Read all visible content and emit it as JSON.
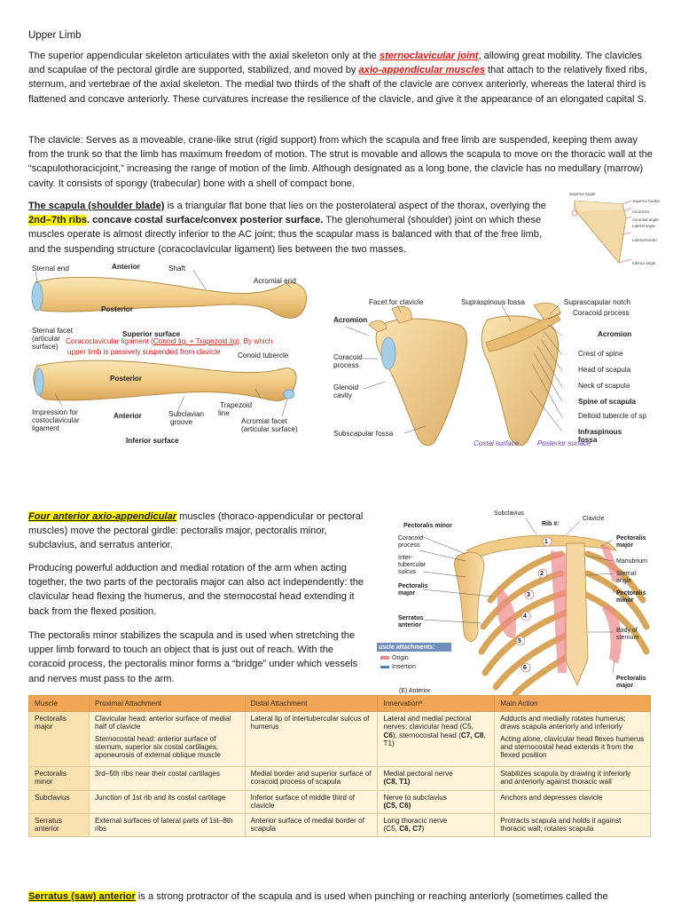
{
  "title": "Upper Limb",
  "para1": {
    "t1": "The superior appendicular skeleton articulates with the axial skeleton only at the ",
    "link1": "sternoclavicular joint",
    "t2": ", allowing great mobility. The clavicles and scapulae of the pectoral girdle are supported, stabilized, and moved by ",
    "link2": "axio-appendicular muscles",
    "t3": " that attach to the relatively fixed ribs, sternum, and vertebrae of the axial skeleton. The medial two thirds of the shaft of the clavicle are convex anteriorly, whereas the lateral third is flattened and concave anteriorly. These curvatures increase the resilience of the clavicle, and give it the appearance of an elongated capital S."
  },
  "para2": "The clavicle:   Serves as a moveable, crane-like strut (rigid support) from which the scapula and free limb are suspended, keeping them away from the trunk so that the limb has maximum freedom of motion. The strut is movable and allows the scapula to move on the thoracic wall at the “scapulothoracicjoint,” increasing the range of motion of the limb. Although designated as a long bone, the clavicle has no medullary (marrow) cavity. It consists of spongy (trabecular) bone with a shell of compact bone.",
  "para3": {
    "u1": "The scapula (shoulder blade)",
    "t1": " is a triangular flat bone that lies on the posterolateral aspect of the thorax, overlying the ",
    "hl1": "2nd–7th ribs",
    "b1": ". concave costal surface/convex posterior surface.",
    "t2": " The glenohumeral (shoulder) joint on which these muscles operate is almost directly inferior to the AC joint; thus the scapular mass is balanced with that of the free limb, and the suspending structure (coracoclavicular ligament) lies between the two masses."
  },
  "small_fig": {
    "labels": [
      "Superior angle",
      "Superior border",
      "Acromion",
      "Acromial angle",
      "Lateral angle",
      "Lateral border",
      "Inferior angle"
    ]
  },
  "clavicle_fig": {
    "sternal_end": "Sternal end",
    "anterior_top": "Anterior",
    "shaft": "Shaft",
    "acromial_end": "Acromial end",
    "posterior_top": "Posterior",
    "sternal_facet": "Sternal facet",
    "articular": "(articular",
    "surface_close": "surface)",
    "superior_surface": "Superior surface",
    "red_note_a": "Coracoclavicular ligament (",
    "red_note_b": "Conoid lig. + Trapezoid lig",
    "red_note_c": "). By which",
    "red_note_d": "upper limb is passively suspended from clavicle",
    "conoid": "Conoid tubercle",
    "posterior_bottom": "Posterior",
    "trapezoid": "Trapezoid",
    "line": "line",
    "impression": "Impression for",
    "costoclavicular": "costoclavicular",
    "ligament": "ligament",
    "anterior_bottom": "Anterior",
    "subclavian": "Subclavian",
    "groove": "groove",
    "acromial_facet": "Acromial facet",
    "articular_surface": "(articular surface)",
    "inferior_surface": "Inferior surface"
  },
  "scapula_fig": {
    "facet_clavicle": "Facet for clavicle",
    "supraspinous": "Supraspinous fossa",
    "suprascapular": "Suprascapular notch",
    "coracoid_process_r": "Coracoid process",
    "acromion_l": "Acromion",
    "acromion_r": "Acromion",
    "coracoid_l": "Coracoid",
    "process_l": "process",
    "crest": "Crest of spine",
    "head": "Head of scapula",
    "glenoid": "Glenoid",
    "cavity": "cavity",
    "neck": "Neck of scapula",
    "spine": "Spine of scapula",
    "deltoid": "Deltoid tubercle of sp",
    "infraspinous": "Infraspinous",
    "fossa": "fossa",
    "subscapular": "Subscapular fossa",
    "costal_surface": "Costal surface",
    "posterior_surface": "Posterior surface"
  },
  "section2": {
    "h1": "Four anterior axio-appendicular",
    "t1": " muscles (thoraco-appendicular or pectoral muscles) move the pectoral girdle: pectoralis major, pectoralis minor, subclavius, and serratus anterior.",
    "p2": "Producing powerful adduction and medial rotation of the arm when acting together, the two parts of the pectoralis major can also act independently: the clavicular head flexing the humerus, and the sternocostal head extending it back from the flexed position.",
    "p3": "The pectoralis minor stabilizes the scapula and is used when stretching the upper limb forward to touch an object that is just out of reach. With the coracoid process, the pectoralis minor forms a “bridge” under which vessels and nerves must pass to the arm."
  },
  "thorax_fig": {
    "subclavius": "Subclavius",
    "rib": "Rib #:",
    "clavicle": "Clavicle",
    "pect_minor_top": "Pectoralis minor",
    "coracoid": "Coracoid",
    "process": "process",
    "inter": "Inter-",
    "tubercular": "tubercular",
    "sulcus": "sulcus",
    "pect_major_l1": "Pectoralis",
    "pect_major_l2": "major",
    "serratus1": "Serratus",
    "serratus2": "anterior",
    "pect_major_r1": "Pectoralis",
    "pect_major_r2": "major",
    "manubrium": "Manubrium",
    "sternal1": "Sternal",
    "sternal2": "angle",
    "pect_minor_r1": "Pectoralis",
    "pect_minor_r2": "minor",
    "body1": "Body of",
    "body2": "sternum",
    "pect_major_b1": "Pectoralis",
    "pect_major_b2": "major",
    "legend_title": "uscle attachments:",
    "origin": "Origin",
    "insertion": "Insertion",
    "caption": "(E) Anterior",
    "ribs": [
      "1",
      "2",
      "3",
      "4",
      "5",
      "6"
    ]
  },
  "table": {
    "headers": [
      "Muscle",
      "Proximal Attachment",
      "Distal Attachment",
      "Innervationª",
      "Main Action"
    ],
    "rows": [
      {
        "muscle": "Pectoralis major",
        "proximal": [
          "Clavicular head: anterior surface of medial half of clavicle",
          "Sternocostal head: anterior surface of sternum, superior six costal cartilages, aponeurosis of external oblique muscle"
        ],
        "distal": "Lateral lip of intertubercular sulcus of humerus",
        "innervation_a": "Lateral and medial pectoral nerves; clavicular head (C5, ",
        "innervation_b": "C6",
        "innervation_c": "), sternocostal head (",
        "innervation_d": "C7, C8",
        "innervation_e": ", T1)",
        "action": [
          "Adducts and medially rotates humerus; draws scapula anteriorly and inferiorly",
          "Acting alone, clavicular head flexes humerus and sternocostal head extends it from the flexed position"
        ]
      },
      {
        "muscle": "Pectoralis minor",
        "proximal": "3rd–5th ribs near their costal cartilages",
        "distal": "Medial border and superior surface of coracoid process of scapula",
        "innervation_a": "Medial pectoral nerve",
        "innervation_b": "(C8, T1)",
        "action": "Stabilizes scapula by drawing it inferiorly and anteriorly against thoracic wall"
      },
      {
        "muscle": "Subclavius",
        "proximal": "Junction of 1st rib and its costal cartilage",
        "distal": "Inferior surface of middle third of clavicle",
        "innervation_a": "Nerve to subclavius",
        "innervation_b": "(C5, C6)",
        "action": "Anchors and depresses clavicle"
      },
      {
        "muscle": "Serratus anterior",
        "proximal": "External surfaces of lateral parts of 1st–8th ribs",
        "distal": "Anterior surface of medial border of scapula",
        "innervation_a": "Long thoracic nerve",
        "innervation_b": "(C5, ",
        "innervation_c": "C6, C7",
        "innervation_d": ")",
        "action": "Protracts scapula and holds it against thoracic wall; rotates scapula"
      }
    ]
  },
  "bottom": {
    "hl": "Serratus (saw) anterior",
    "t1": " is a strong protractor of the scapula and is used when punching or reaching anteriorly (sometimes called the"
  }
}
